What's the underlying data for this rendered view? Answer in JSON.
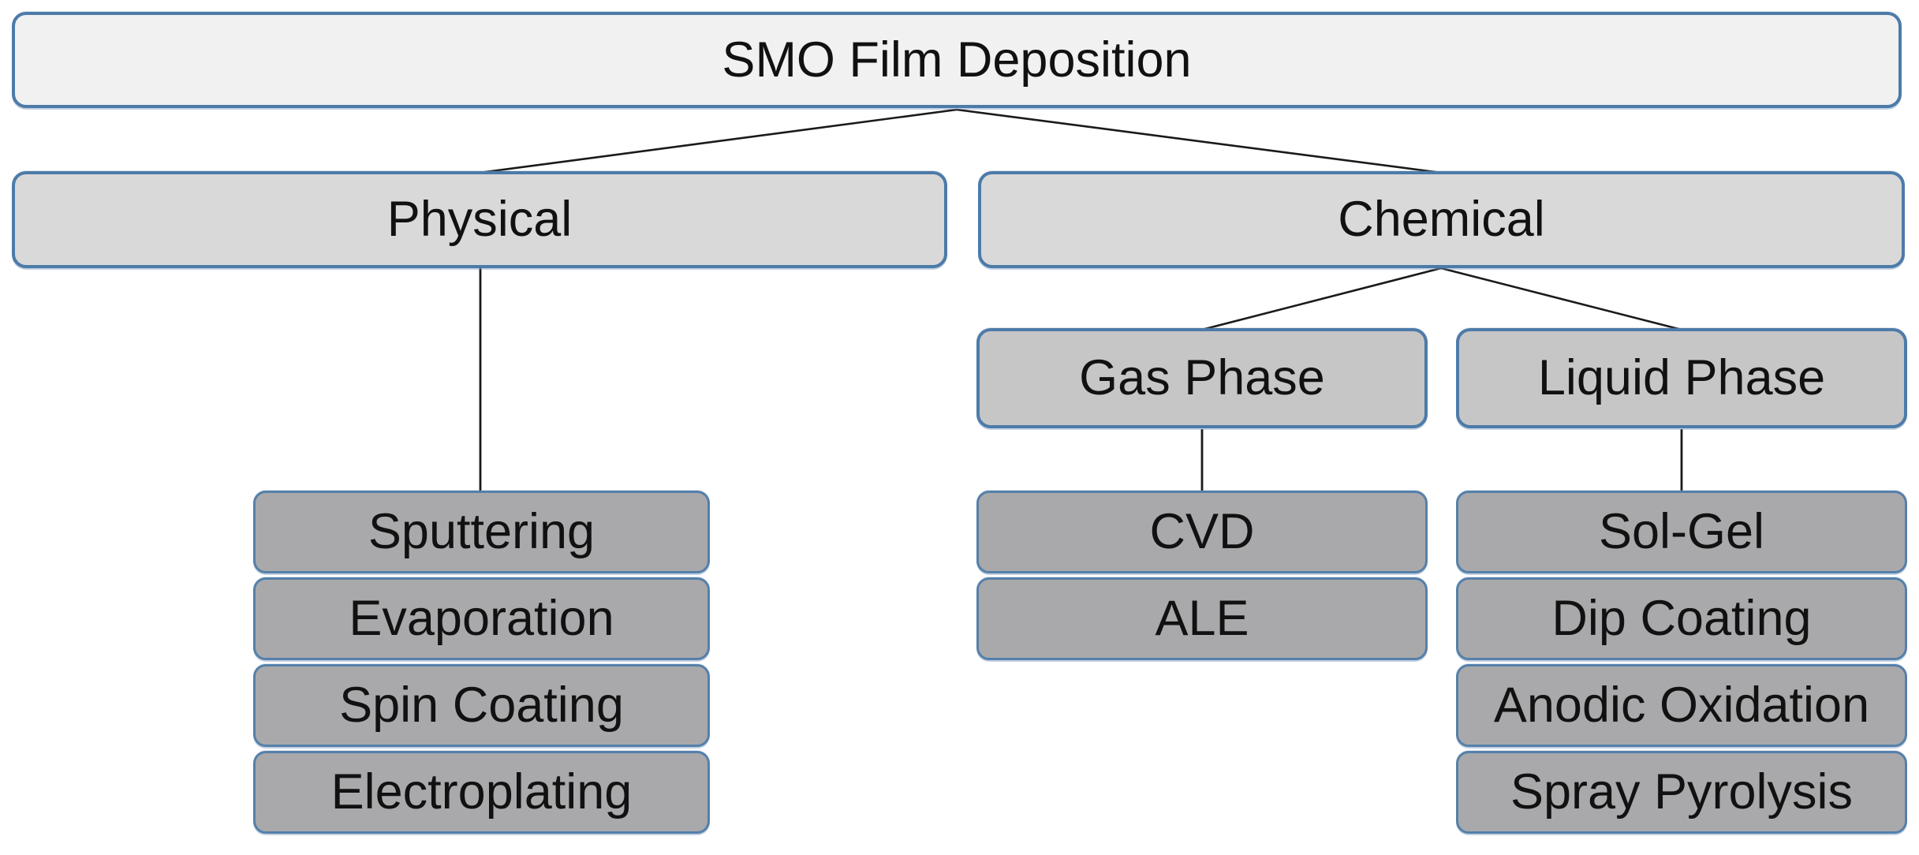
{
  "colors": {
    "background": "#ffffff",
    "border": "#4d7ba9",
    "border_leaf": "#5580aa",
    "root_fill": "#f1f1f2",
    "branch_fill": "#d9d9d9",
    "subgroup_fill": "#c6c6c7",
    "leaf_fill": "#a9a9ab",
    "line": "#1a1a1a",
    "text": "#111111"
  },
  "tree": {
    "root": {
      "label": "SMO Film Deposition"
    },
    "physical": {
      "label": "Physical",
      "leaves": [
        "Sputtering",
        "Evaporation",
        "Spin Coating",
        "Electroplating"
      ]
    },
    "chemical": {
      "label": "Chemical"
    },
    "gas_phase": {
      "label": "Gas Phase",
      "leaves": [
        "CVD",
        "ALE"
      ]
    },
    "liquid_phase": {
      "label": "Liquid Phase",
      "leaves": [
        "Sol-Gel",
        "Dip Coating",
        "Anodic Oxidation",
        "Spray Pyrolysis"
      ]
    }
  }
}
